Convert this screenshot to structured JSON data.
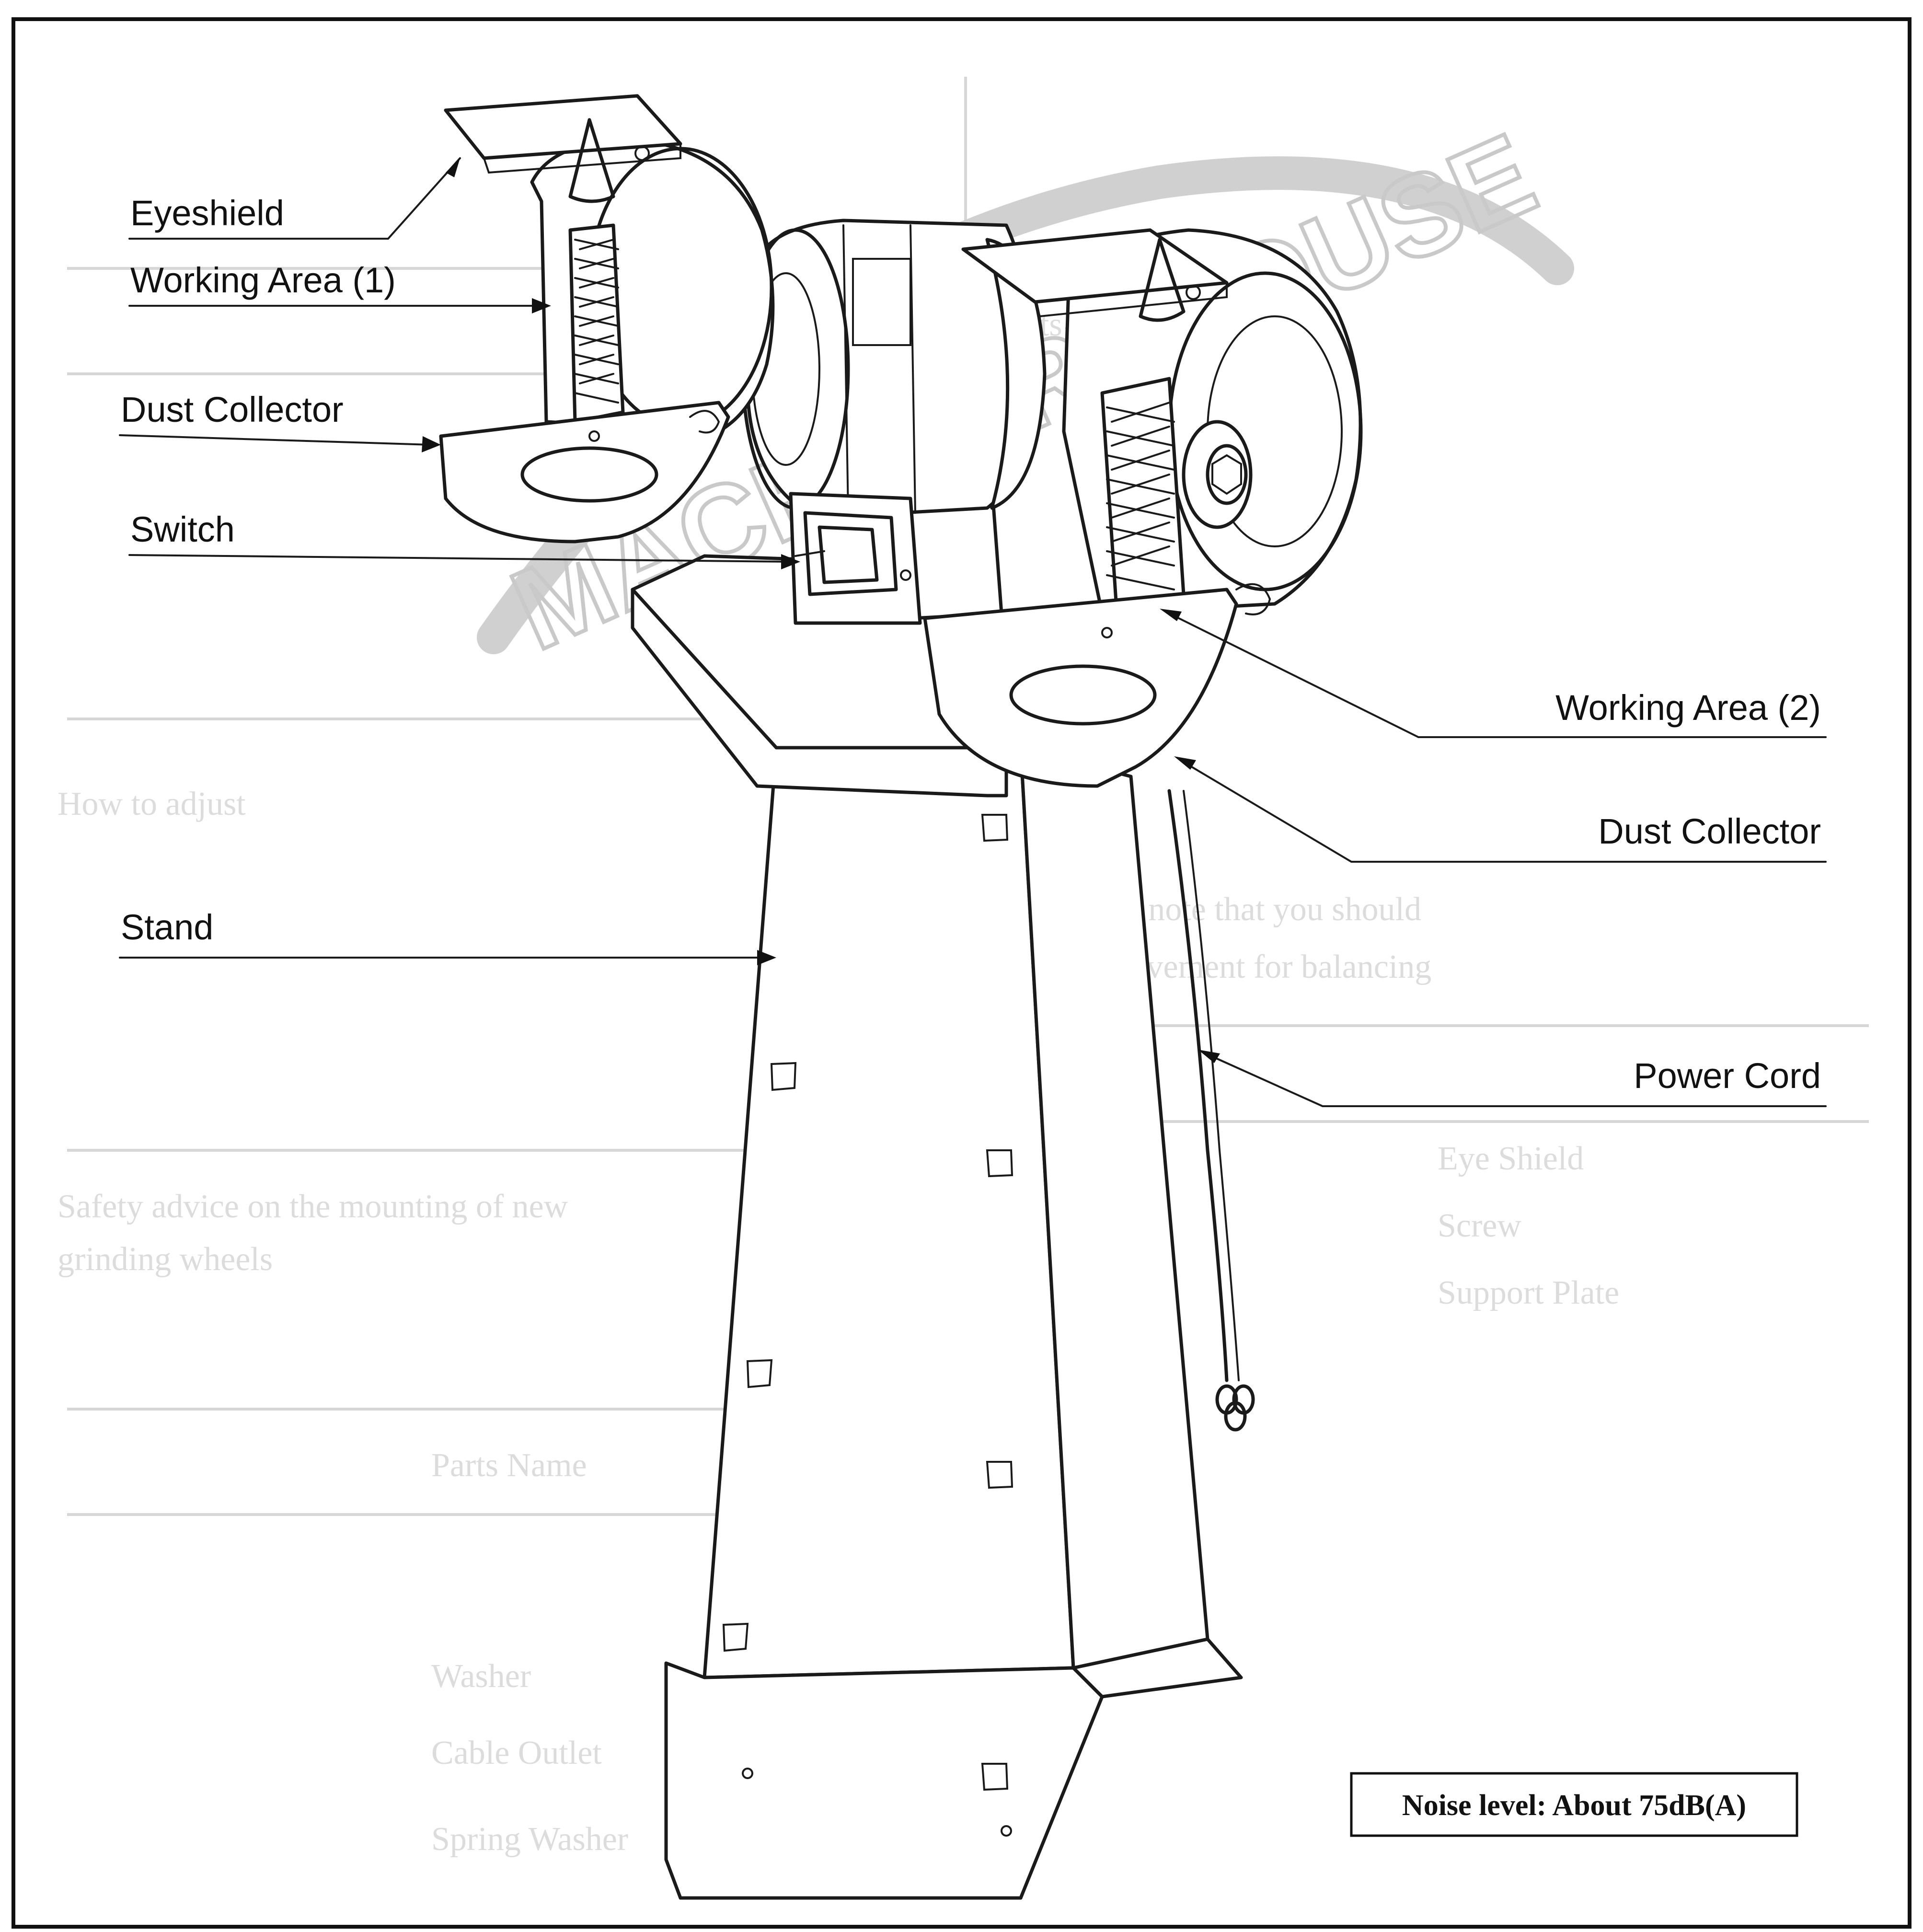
{
  "labels": {
    "eyeshield": "Eyeshield",
    "working_area_1": "Working Area (1)",
    "dust_collector_left": "Dust Collector",
    "switch": "Switch",
    "stand": "Stand",
    "working_area_2": "Working Area (2)",
    "dust_collector_right": "Dust Collector",
    "power_cord": "Power Cord"
  },
  "noise_box": {
    "text": "Noise level: About 75dB(A)"
  },
  "watermark": {
    "text": "MACHINERYHOUSE"
  },
  "colors": {
    "ink": "#1a1a1a",
    "watermark": "#c9c9c9",
    "ghost_text": "#dcdcdc",
    "background": "#ffffff"
  }
}
